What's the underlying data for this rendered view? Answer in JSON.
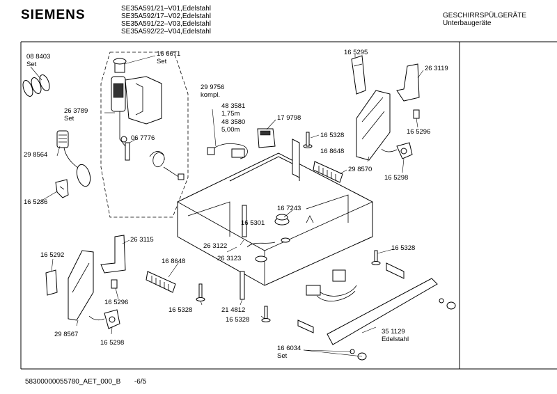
{
  "header": {
    "brand": "SIEMENS",
    "models": [
      "SE35A591/21–V01,Edelstahl",
      "SE35A592/17–V02,Edelstahl",
      "SE35A591/22–V03,Edelstahl",
      "SE35A592/22–V04,Edelstahl"
    ],
    "category": "GESCHIRRSPÜLGERÄTE",
    "subcategory": "Unterbaugeräte"
  },
  "footer": {
    "doc_number": "58300000055780_AET_000_B",
    "page": "-6/5"
  },
  "labels": {
    "l088403": "08 8403",
    "set_a": "Set",
    "l166671": "16 6671",
    "set_b": "Set",
    "l299756": "29 9756",
    "kompl": "kompl.",
    "l263789": "26 3789",
    "set_c": "Set",
    "l067776": "06 7776",
    "l298564": "29 8564",
    "l165286": "16 5286",
    "l483581": "48 3581",
    "len175": "1,75m",
    "l483580": "48 3580",
    "len500": "5,00m",
    "l179798": "17 9798",
    "l165328a": "16 5328",
    "l165295": "16 5295",
    "l263119": "26 3119",
    "l165296a": "16 5296",
    "l168648a": "16 8648",
    "l298570": "29 8570",
    "l165298a": "16 5298",
    "l167243": "16 7243",
    "l165301": "16 5301",
    "l263122": "26 3122",
    "l263123": "26 3123",
    "l263115": "26 3115",
    "l165292": "16 5292",
    "l168648b": "16 8648",
    "l165296b": "16 5296",
    "l165328b": "16 5328",
    "l214812": "21 4812",
    "l165328c": "16 5328",
    "l298567": "29 8567",
    "l165298b": "16 5298",
    "l165328d": "16 5328",
    "l351129": "35 1129",
    "edelstahl": "Edelstahl",
    "l166034": "16 6034",
    "set_d": "Set"
  }
}
